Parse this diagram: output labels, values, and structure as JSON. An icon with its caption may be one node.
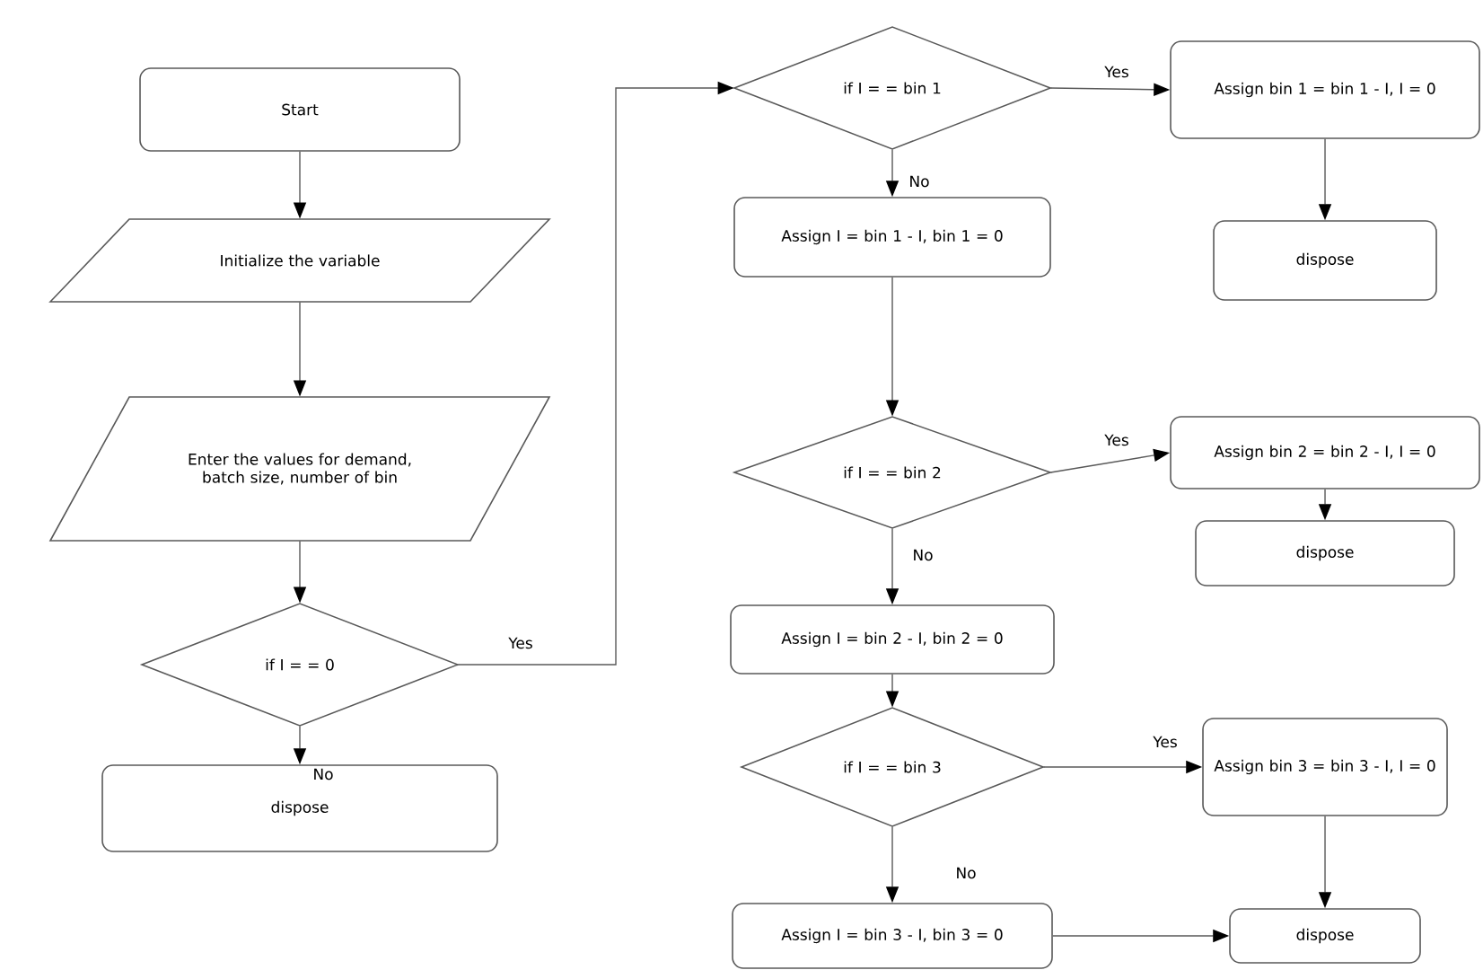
{
  "diagram": {
    "nodes": [
      {
        "text": [
          "Start"
        ]
      },
      {
        "text": [
          "Initialize the variable"
        ]
      },
      {
        "text": [
          "Enter the values for demand, batch size, number of bin"
        ]
      },
      {
        "text": [
          "if I = = 0"
        ]
      },
      {
        "text": [
          "dispose"
        ]
      },
      {
        "text": [
          "if I = = bin 1"
        ]
      },
      {
        "text": [
          "Assign bin 1 = bin 1 - I, I = 0"
        ]
      },
      {
        "text": [
          "dispose"
        ]
      },
      {
        "text": [
          "Assign I = bin 1 - I, bin 1 = 0"
        ]
      },
      {
        "text": [
          "if I = = bin 2"
        ]
      },
      {
        "text": [
          "Assign bin 2 = bin 2 - I, I = 0"
        ]
      },
      {
        "text": [
          "dispose"
        ]
      },
      {
        "text": [
          "Assign I = bin 2 - I, bin 2 = 0"
        ]
      },
      {
        "text": [
          "if I = = bin 3"
        ]
      },
      {
        "text": [
          "Assign bin 3 = bin 3 - I, I = 0"
        ]
      },
      {
        "text": [
          "Assign I = bin 3 - I, bin 3 = 0"
        ]
      },
      {
        "text": [
          "dispose"
        ]
      }
    ],
    "edges": [
      {
        "from": 0,
        "to": 1,
        "arrow": "to"
      },
      {
        "from": 1,
        "to": 2,
        "arrow": "to"
      },
      {
        "from": 2,
        "to": 3,
        "arrow": "to"
      },
      {
        "from": 3,
        "to": 4,
        "arrow": "to",
        "label": "No"
      },
      {
        "from": 3,
        "to": 5,
        "arrow": "to",
        "label": "Yes"
      },
      {
        "from": 5,
        "to": 6,
        "arrow": "to",
        "label": "Yes"
      },
      {
        "from": 6,
        "to": 7,
        "arrow": "to"
      },
      {
        "from": 5,
        "to": 8,
        "arrow": "to",
        "label": "No"
      },
      {
        "from": 8,
        "to": 9,
        "arrow": "to"
      },
      {
        "from": 9,
        "to": 10,
        "arrow": "to",
        "label": "Yes"
      },
      {
        "from": 10,
        "to": 11,
        "arrow": "to"
      },
      {
        "from": 9,
        "to": 12,
        "arrow": "to",
        "label": "No"
      },
      {
        "from": 12,
        "to": 13,
        "arrow": "to"
      },
      {
        "from": 13,
        "to": 14,
        "arrow": "to",
        "label": "Yes"
      },
      {
        "from": 13,
        "to": 15,
        "arrow": "to",
        "label": "No"
      },
      {
        "from": 14,
        "to": 16,
        "arrow": "to"
      },
      {
        "from": 15,
        "to": 16,
        "arrow": "to"
      }
    ]
  }
}
